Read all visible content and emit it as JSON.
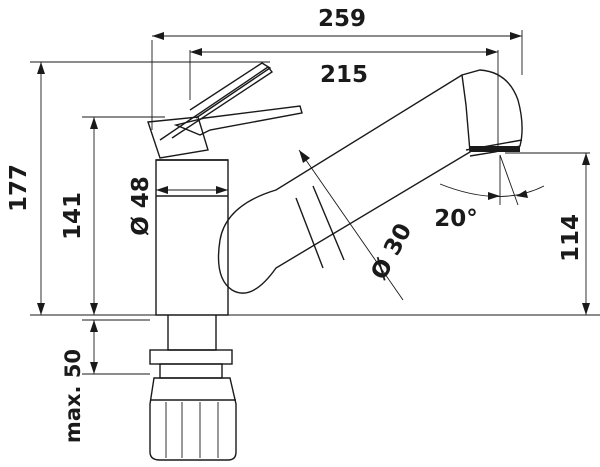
{
  "dimensions": {
    "overall_width": "259",
    "spout_reach": "215",
    "overall_height": "177",
    "body_height": "141",
    "body_diameter": "Ø 48",
    "spout_diameter": "Ø 30",
    "outlet_height": "114",
    "spray_angle": "20°",
    "max_thickness": "max. 50"
  },
  "colors": {
    "line": "#1a1a1a",
    "background": "#ffffff"
  }
}
